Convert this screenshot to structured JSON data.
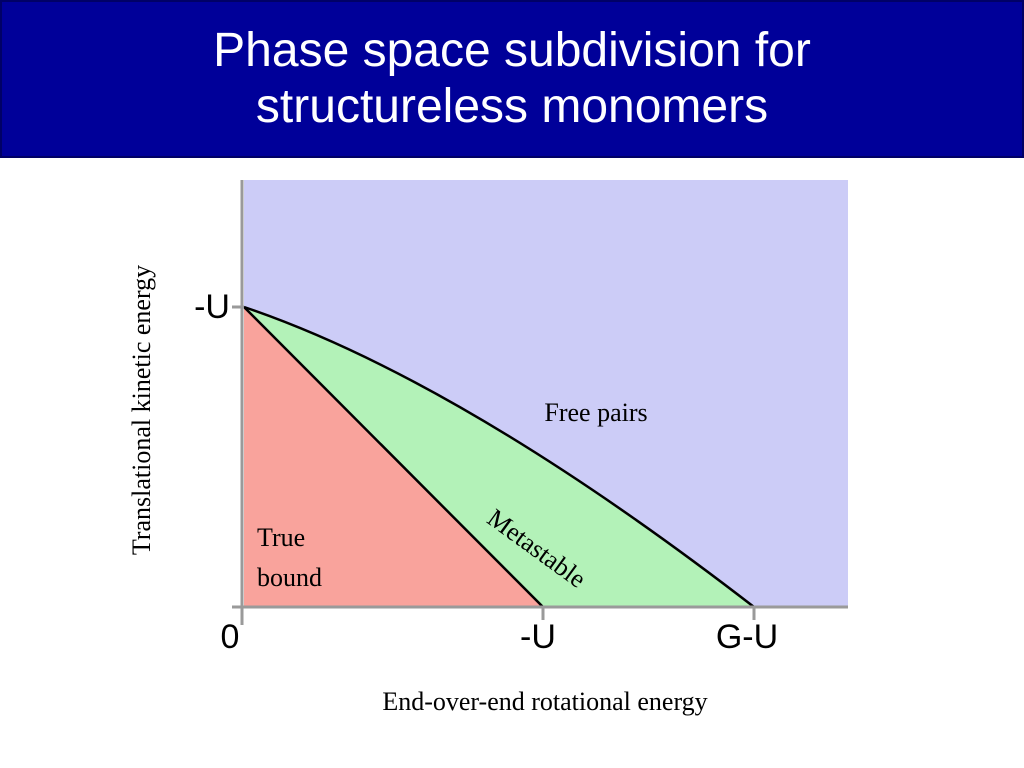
{
  "title": {
    "line1": "Phase space subdivision for",
    "line2": "structureless monomers"
  },
  "axes": {
    "ylabel": "Translational kinetic energy",
    "xlabel": "End-over-end rotational energy",
    "y_ticks": {
      "zero": "0",
      "top": "-U"
    },
    "x_ticks": {
      "mid": "-U",
      "right": "G-U"
    }
  },
  "regions": {
    "free": {
      "label": "Free pairs",
      "color": "#ccccf7"
    },
    "metastable": {
      "label": "Metastable",
      "color": "#b3f2b8"
    },
    "bound": {
      "line1": "True",
      "line2": "bound",
      "color": "#f9a39c"
    }
  },
  "colors": {
    "title_background": "#000099",
    "axis": "#9a9a9a",
    "boundary": "#000000"
  }
}
